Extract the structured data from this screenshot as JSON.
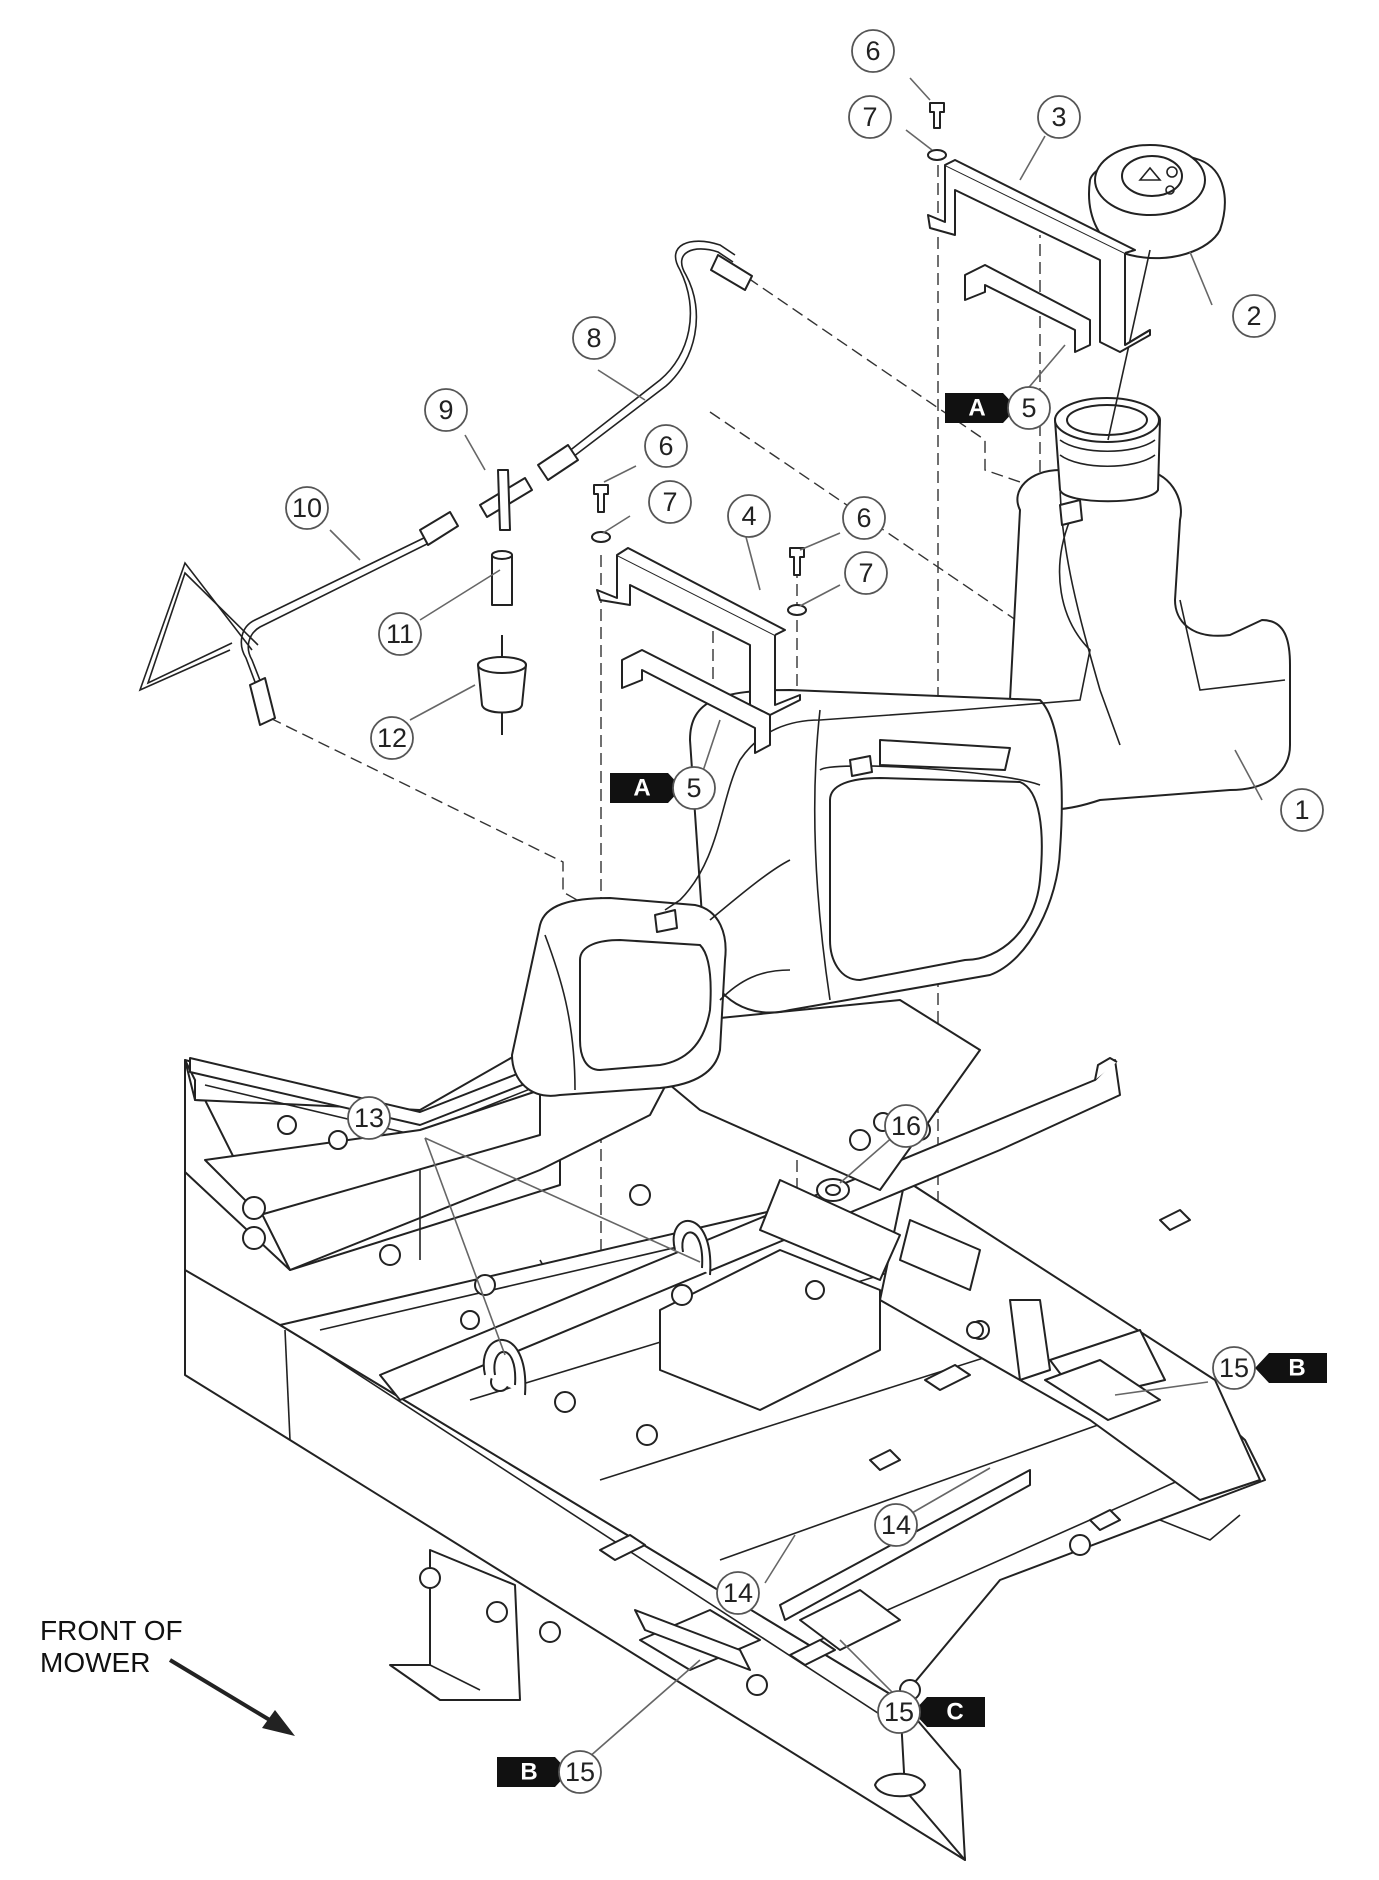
{
  "callouts": {
    "c1": "1",
    "c2": "2",
    "c3": "3",
    "c4": "4",
    "c5a": "5",
    "c5b": "5",
    "c6a": "6",
    "c6b": "6",
    "c6c": "6",
    "c7a": "7",
    "c7b": "7",
    "c7c": "7",
    "c8": "8",
    "c9": "9",
    "c10": "10",
    "c11": "11",
    "c12": "12",
    "c13": "13",
    "c14a": "14",
    "c14b": "14",
    "c15a": "15",
    "c15b": "15",
    "c15c": "15",
    "c16": "16"
  },
  "flags": {
    "fA1": "A",
    "fA2": "A",
    "fB1": "B",
    "fB2": "B",
    "fC": "C"
  },
  "front_label": {
    "line1": "FRONT OF",
    "line2": "MOWER"
  },
  "colors": {
    "line": "#222222",
    "flag": "#111111",
    "callout_stroke": "#555555"
  }
}
